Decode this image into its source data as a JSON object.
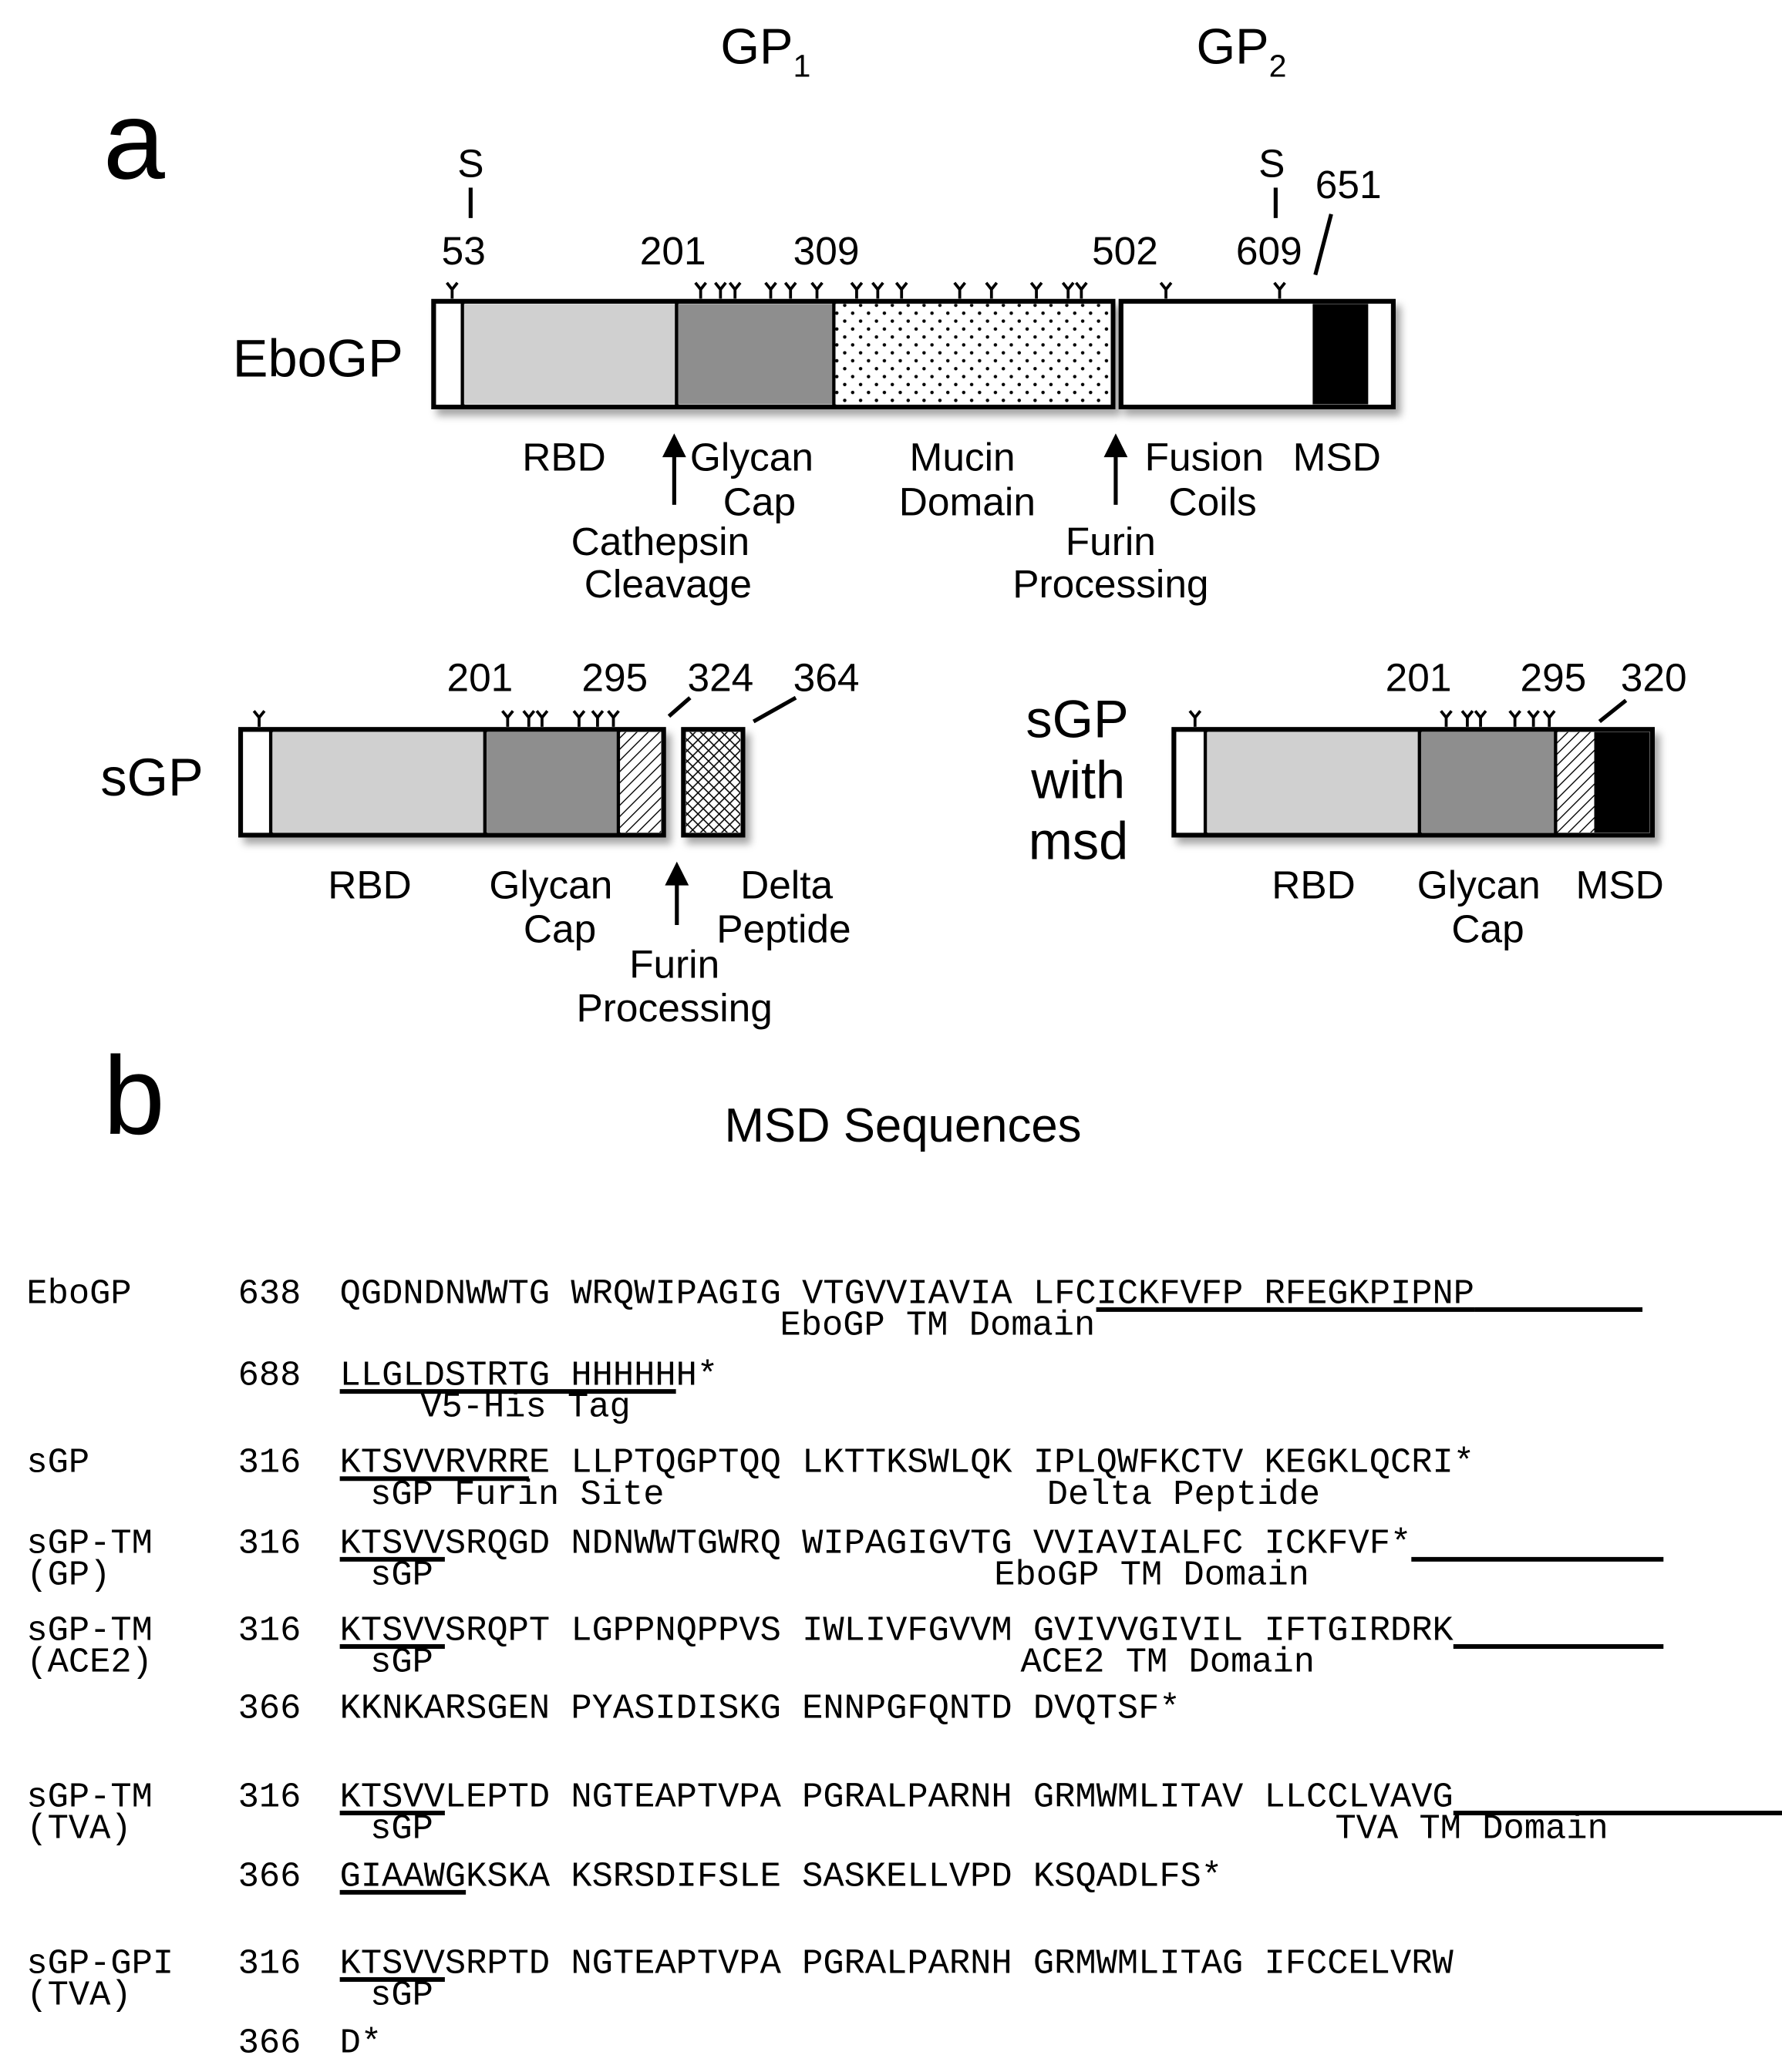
{
  "panel_a": {
    "letter": "a",
    "gp1_label": "GP",
    "gp1_sub": "1",
    "gp2_label": "GP",
    "gp2_sub": "2",
    "disulfide_s1": "S",
    "disulfide_s2": "S",
    "ebogp": {
      "name": "EboGP",
      "positions": [
        "53",
        "201",
        "309",
        "502",
        "609",
        "651"
      ],
      "domains": [
        "RBD",
        "Glycan",
        "Cap",
        "Mucin",
        "Domain",
        "Fusion",
        "Coils",
        "MSD"
      ],
      "arrow_labels": [
        "Cathepsin",
        "Cleavage",
        "Furin",
        "Processing"
      ]
    },
    "sgp": {
      "name": "sGP",
      "positions": [
        "201",
        "295",
        "324",
        "364"
      ],
      "domains": [
        "RBD",
        "Glycan",
        "Cap",
        "Delta",
        "Peptide"
      ],
      "arrow_labels": [
        "Furin",
        "Processing"
      ]
    },
    "sgp_msd": {
      "name_lines": [
        "sGP",
        "with",
        "msd"
      ],
      "positions": [
        "201",
        "295",
        "320"
      ],
      "domains": [
        "RBD",
        "Glycan",
        "Cap",
        "MSD"
      ]
    }
  },
  "panel_b": {
    "letter": "b",
    "title": "MSD Sequences",
    "rows": [
      {
        "name1": "EboGP",
        "name2": "",
        "num": "638",
        "seq": "QGDNDNWWTG WRQWIPAGIG VTGVVIAVIA LFCICKFVFP RFEGKPIPNP",
        "note": "EboGP TM Domain"
      },
      {
        "name1": "",
        "name2": "",
        "num": "688",
        "seq": "LLGLDSTRTG HHHHHH*",
        "note": "V5-His Tag"
      },
      {
        "name1": "sGP",
        "name2": "",
        "num": "316",
        "seq": "KTSVVRVRRE LLPTQGPTQQ LKTTKSWLQK IPLQWFKCTV KEGKLQCRI*",
        "note": "sGP Furin Site",
        "note2": "Delta Peptide"
      },
      {
        "name1": "sGP-TM",
        "name2": "(GP)",
        "num": "316",
        "seq": "KTSVVSRQGD NDNWWTGWRQ WIPAGIGVTG VVIAVIALFC ICKFVF*",
        "note": "sGP",
        "note2": "EboGP TM Domain"
      },
      {
        "name1": "sGP-TM",
        "name2": "(ACE2)",
        "num": "316",
        "seq": "KTSVVSRQPT LGPPNQPPVS IWLIVFGVVM GVIVVGIVIL IFTGIRDRK",
        "note": "sGP",
        "note2": "ACE2 TM Domain"
      },
      {
        "name1": "",
        "name2": "",
        "num": "366",
        "seq": "KKNKARSGEN PYASIDISKG ENNPGFQNTD DVQTSF*"
      },
      {
        "name1": "sGP-TM",
        "name2": "(TVA)",
        "num": "316",
        "seq": "KTSVVLEPTD NGTEAPTVPA PGRALPARNH GRMWMLITAV LLCCLVAVG",
        "note": "sGP",
        "note2": "TVA TM Domain"
      },
      {
        "name1": "",
        "name2": "",
        "num": "366",
        "seq": "GIAAWGKSKA KSRSDIFSLE SASKELLVPD KSQADLFS*"
      },
      {
        "name1": "sGP-GPI",
        "name2": "(TVA)",
        "num": "316",
        "seq": "KTSVVSRPTD NGTEAPTVPA PGRALPARNH GRMWMLITAG IFCCELVRW",
        "note": "sGP"
      },
      {
        "name1": "",
        "name2": "",
        "num": "366",
        "seq": "D*"
      }
    ]
  }
}
